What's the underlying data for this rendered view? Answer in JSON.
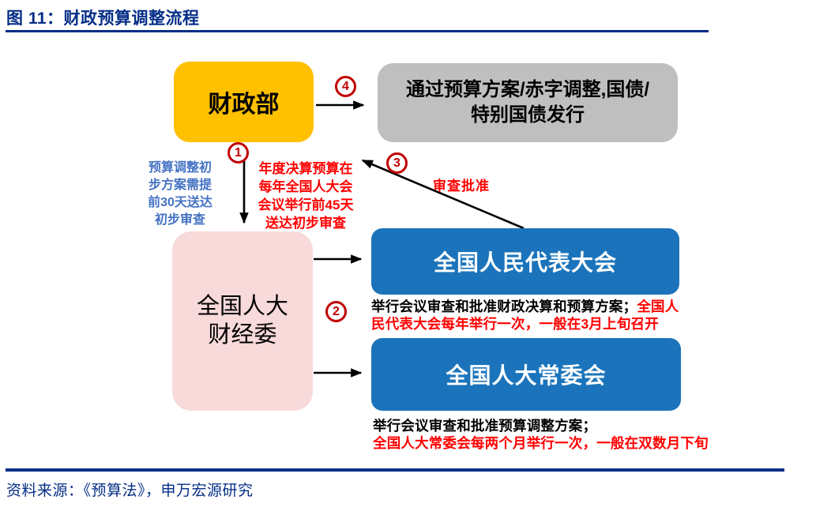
{
  "header": {
    "title": "图 11：财政预算调整流程"
  },
  "nodes": {
    "mof": {
      "label": "财政部"
    },
    "outcome": {
      "lines": [
        "通过预算方案/赤字调整,国债/",
        "特别国债发行"
      ]
    },
    "fec": {
      "lines": [
        "全国人大",
        "财经委"
      ]
    },
    "npc": {
      "label": "全国人民代表大会"
    },
    "npcsc": {
      "label": "全国人大常委会"
    }
  },
  "steps": {
    "s1": "1",
    "s2": "2",
    "s3": "3",
    "s4": "4"
  },
  "annotations": {
    "pre_review": {
      "lines": [
        "预算调整初",
        "步方案需提",
        "前30天送达",
        "初步审查"
      ]
    },
    "final_accounts": {
      "lines": [
        "年度决算预算在",
        "每年全国人大会",
        "会议举行前45天",
        "送达初步审查"
      ]
    },
    "approval": "审查批准",
    "npc_note": {
      "black": "举行会议审查和批准财政决算和预算方案；",
      "red": "全国人民代表大会每年举行一次，一般在3月上旬召开"
    },
    "npcsc_note": {
      "black": "举行会议审查和批准预算调整方案；",
      "red": "全国人大常委会每两个月举行一次，一般在双数月下旬"
    }
  },
  "footer": {
    "source": "资料来源：《预算法》，申万宏源研究"
  },
  "colors": {
    "title_navy": "#052e87",
    "mof_yellow": "#FFC000",
    "outcome_gray": "#BFBFBF",
    "fec_pink": "#F8DADB",
    "npc_blue": "#1B74BB",
    "step_red": "#C00000",
    "note_red": "#FF0000",
    "note_blue": "#4472C4",
    "arrow_black": "#000000"
  }
}
